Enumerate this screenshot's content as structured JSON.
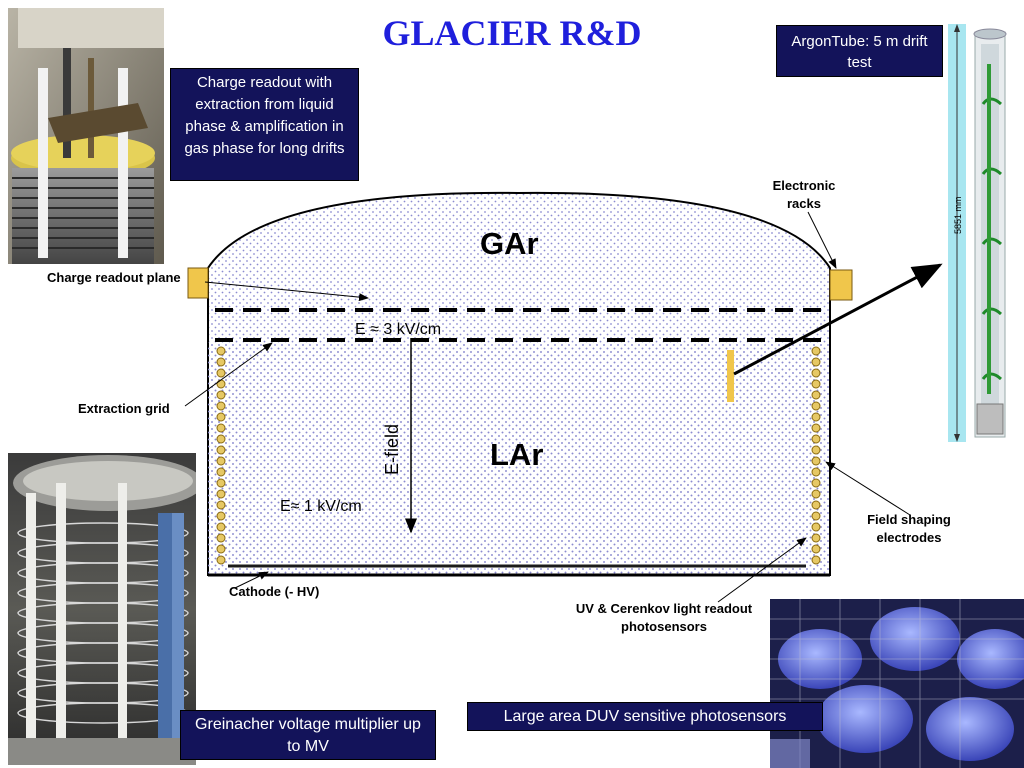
{
  "title": "GLACIER R&D",
  "boxes": {
    "charge_readout_text": "Charge readout with extraction from liquid phase & amplification in gas phase for long drifts",
    "argontube_text": "ArgonTube: 5 m drift test",
    "greinacher_text": "Greinacher voltage multiplier up to MV",
    "duv_text": "Large area DUV sensitive photosensors"
  },
  "labels": {
    "charge_readout_plane": "Charge readout plane",
    "extraction_grid": "Extraction grid",
    "cathode": "Cathode (- HV)",
    "electronic_racks": "Electronic racks",
    "field_shaping": "Field shaping electrodes",
    "uv_cerenkov": "UV & Cerenkov light readout  photosensors"
  },
  "diagram": {
    "gas_label": "GAr",
    "liquid_label": "LAr",
    "field_high": "E ≈ 3 kV/cm",
    "field_low": "E≈ 1 kV/cm",
    "efield": "E-field",
    "tube_length": "5851 mm"
  },
  "colors": {
    "title": "#1f1fdc",
    "navy_box": "#13135a",
    "dots": "#8c8cd0",
    "electrode": "#e6c865",
    "rack": "#f0c64b"
  }
}
